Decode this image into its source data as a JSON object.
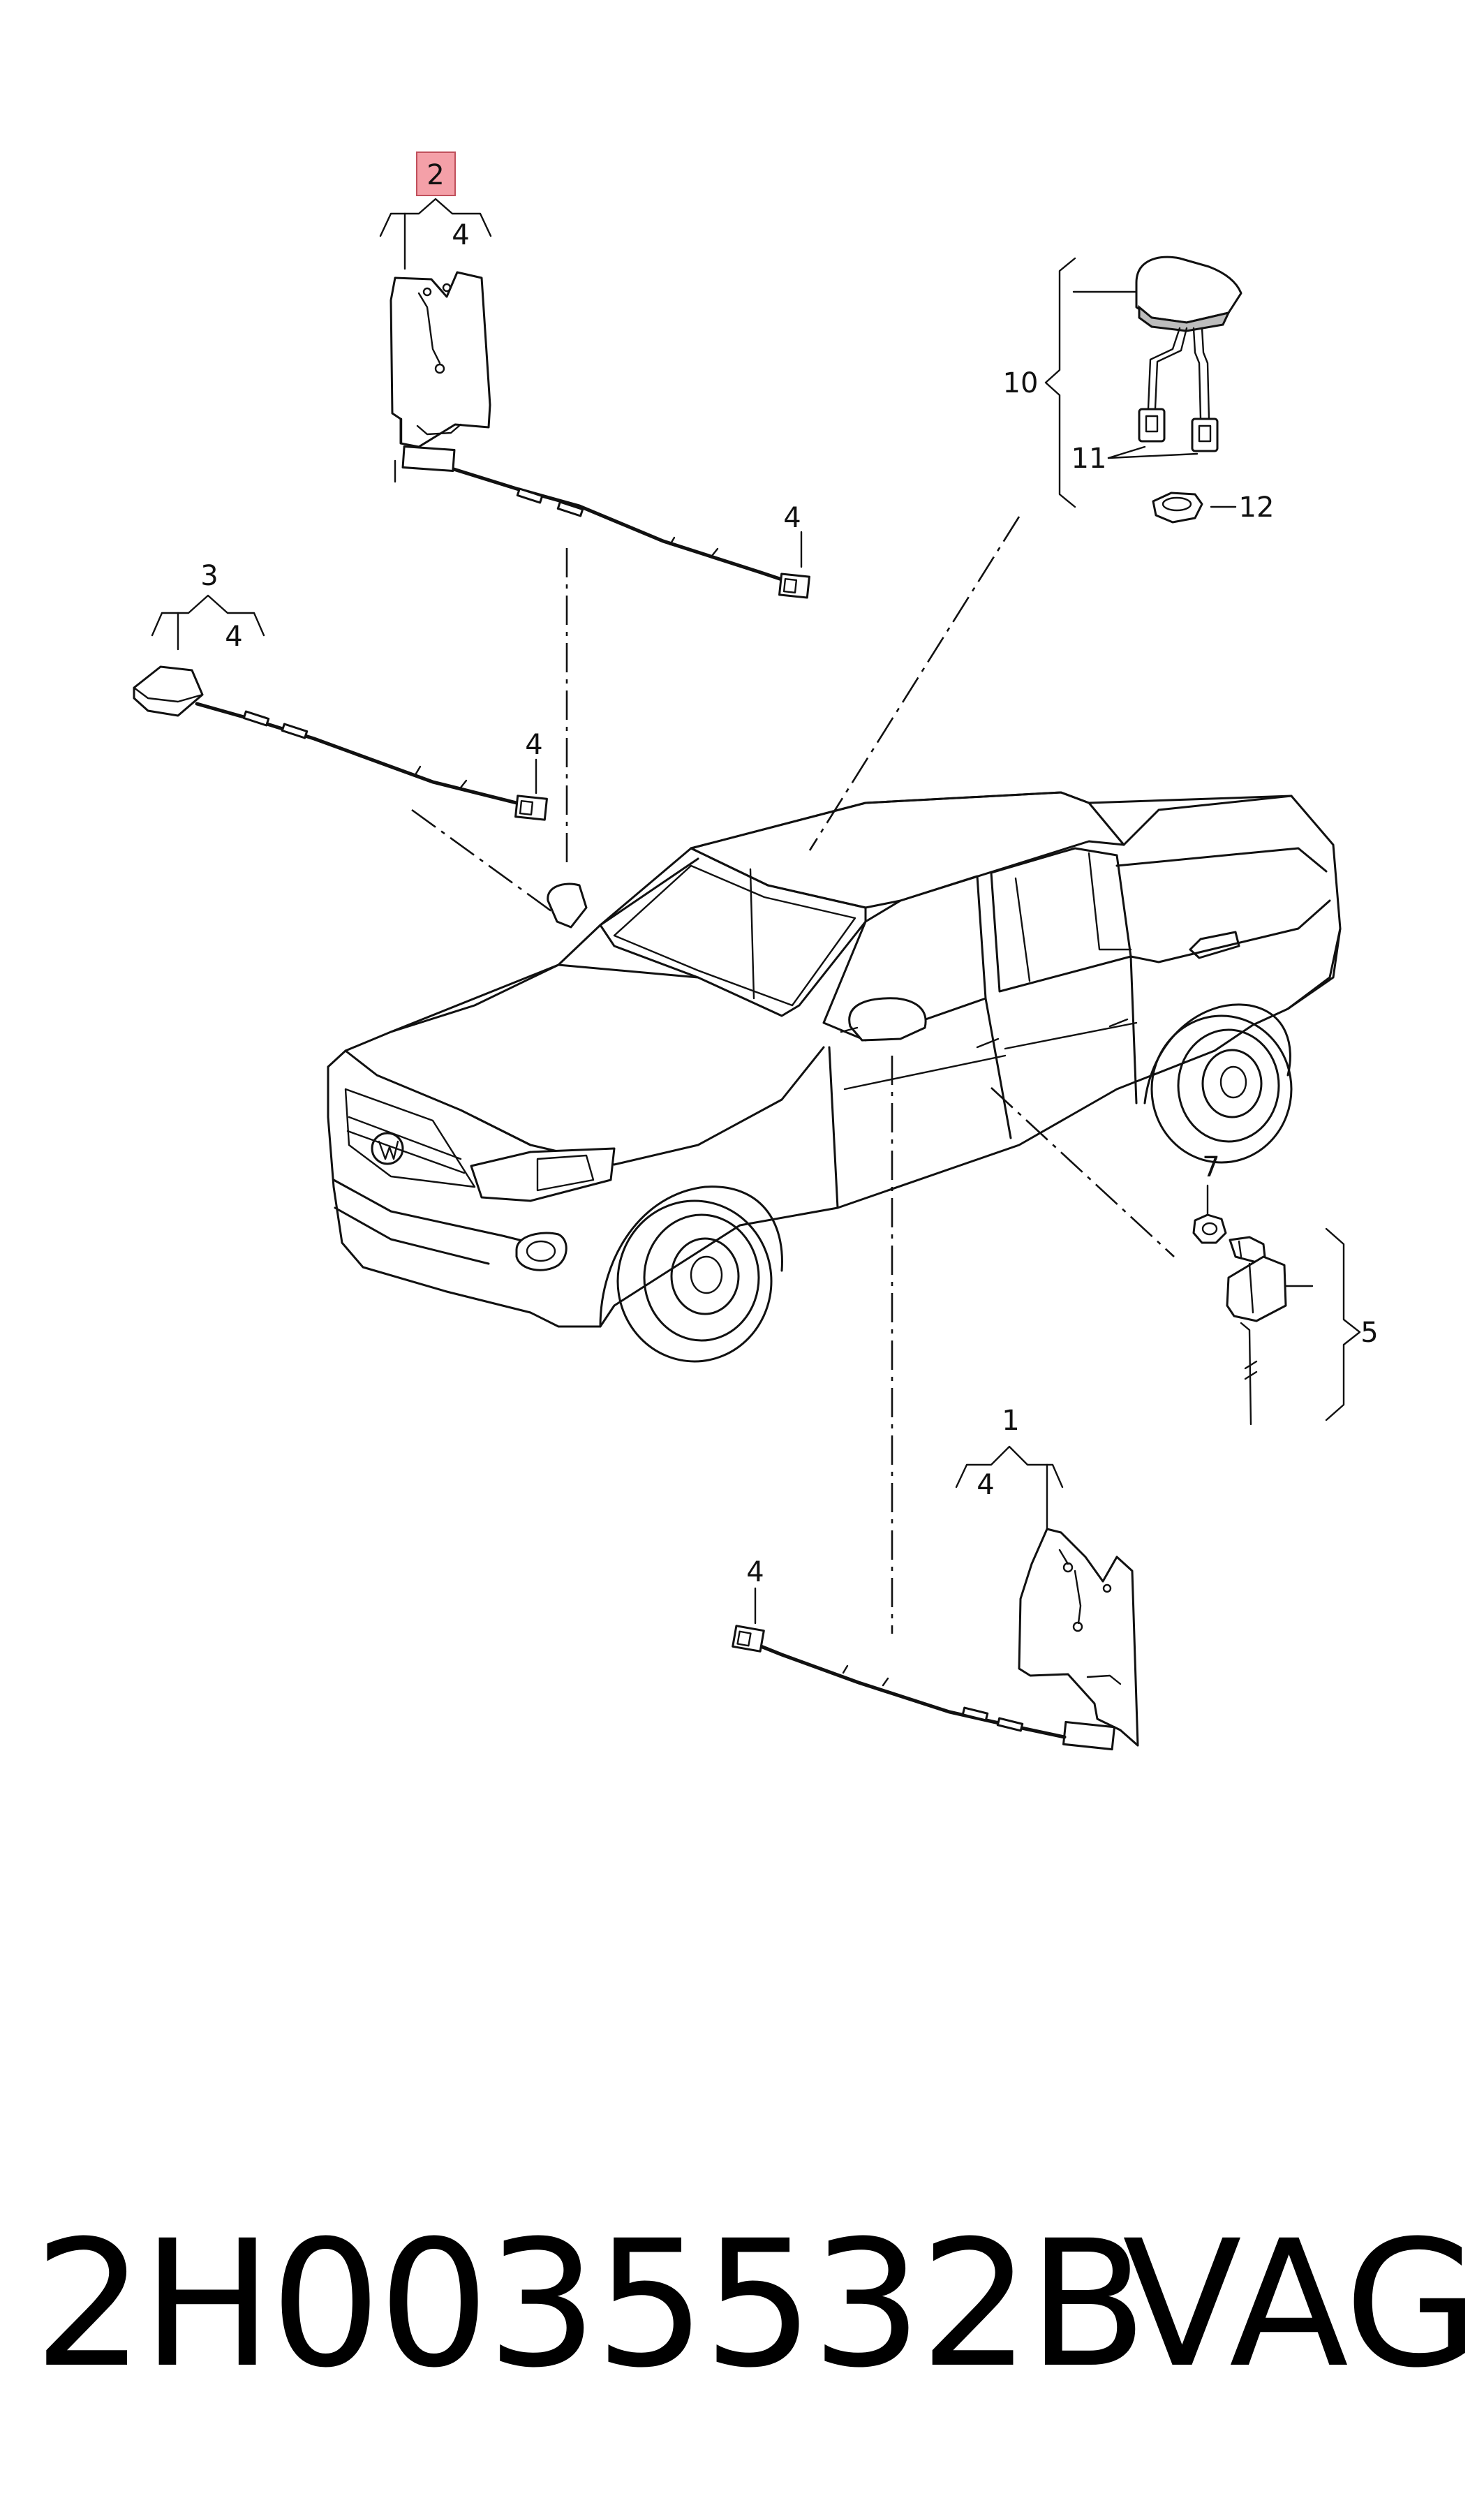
{
  "callouts": {
    "c1": "1",
    "c2": "2",
    "c3": "3",
    "c4": "4",
    "c5": "5",
    "c7": "7",
    "c10": "10",
    "c11": "11",
    "c12": "12"
  },
  "highlight_color": "#f4a0a8",
  "footer": {
    "part_number": "2H0035532B",
    "brand": "VAG"
  }
}
